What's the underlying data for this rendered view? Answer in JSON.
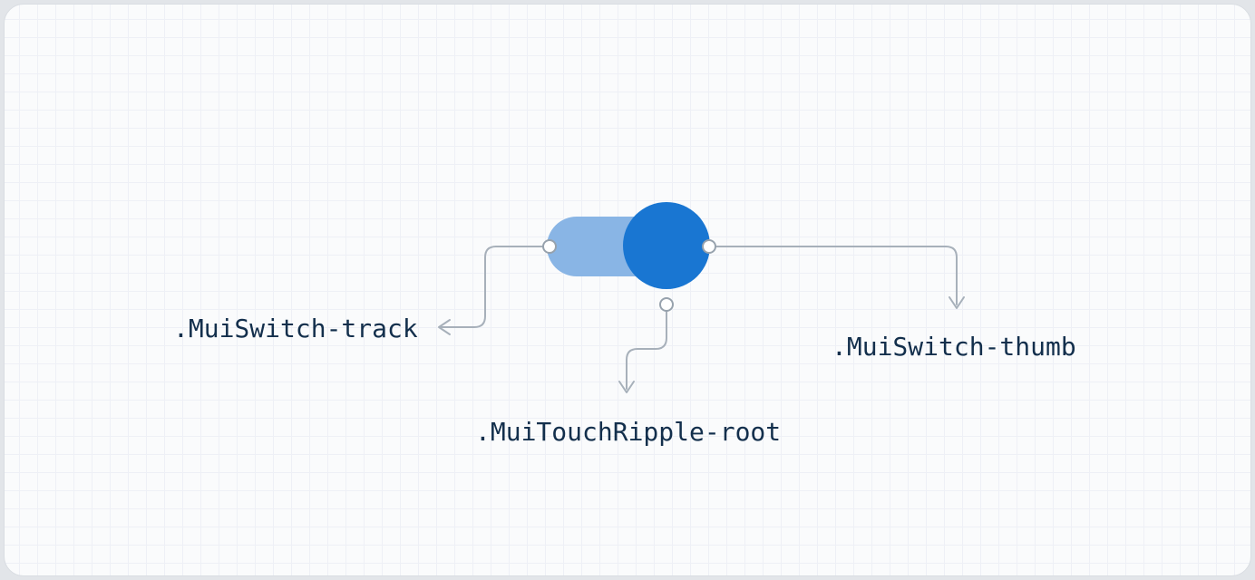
{
  "diagram": {
    "labels": {
      "track": ".MuiSwitch-track",
      "thumb": ".MuiSwitch-thumb",
      "touch_ripple": ".MuiTouchRipple-root"
    },
    "colors": {
      "thumb_fill": "#1976d2",
      "track_fill": "#89b5e5",
      "connector_line": "#a7b0ba",
      "anchor_stroke": "#97a2ad",
      "anchor_fill": "#ffffff",
      "label_text": "#132f4c",
      "canvas_background": "#fafbfc",
      "grid_line": "#eef0f6",
      "outer_background": "#e2e5e9"
    }
  }
}
